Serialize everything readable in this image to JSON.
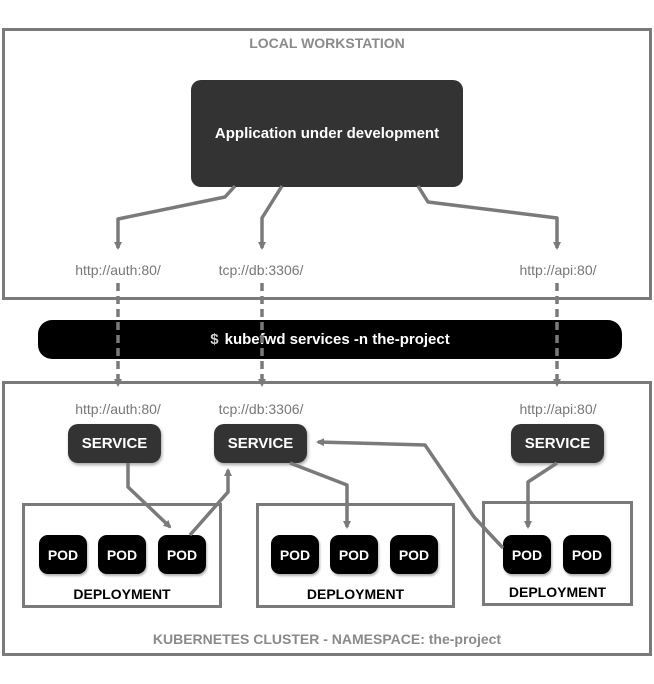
{
  "workstation": {
    "title": "LOCAL WORKSTATION",
    "app_label": "Application under development",
    "endpoints": [
      "http://auth:80/",
      "tcp://db:3306/",
      "http://api:80/"
    ]
  },
  "command": {
    "prompt": "$",
    "text": "kubefwd services -n the-project"
  },
  "cluster": {
    "title": "KUBERNETES CLUSTER - NAMESPACE: the-project",
    "services": [
      {
        "endpoint": "http://auth:80/",
        "label": "SERVICE"
      },
      {
        "endpoint": "tcp://db:3306/",
        "label": "SERVICE"
      },
      {
        "endpoint": "http://api:80/",
        "label": "SERVICE"
      }
    ],
    "deployments": [
      {
        "label": "DEPLOYMENT",
        "pods": [
          "POD",
          "POD",
          "POD"
        ]
      },
      {
        "label": "DEPLOYMENT",
        "pods": [
          "POD",
          "POD",
          "POD"
        ]
      },
      {
        "label": "DEPLOYMENT",
        "pods": [
          "POD",
          "POD"
        ]
      }
    ]
  },
  "colors": {
    "frame": "#7a7a7a",
    "box_dark": "#333333",
    "pod": "#000000",
    "connector": "#7a7a7a"
  }
}
